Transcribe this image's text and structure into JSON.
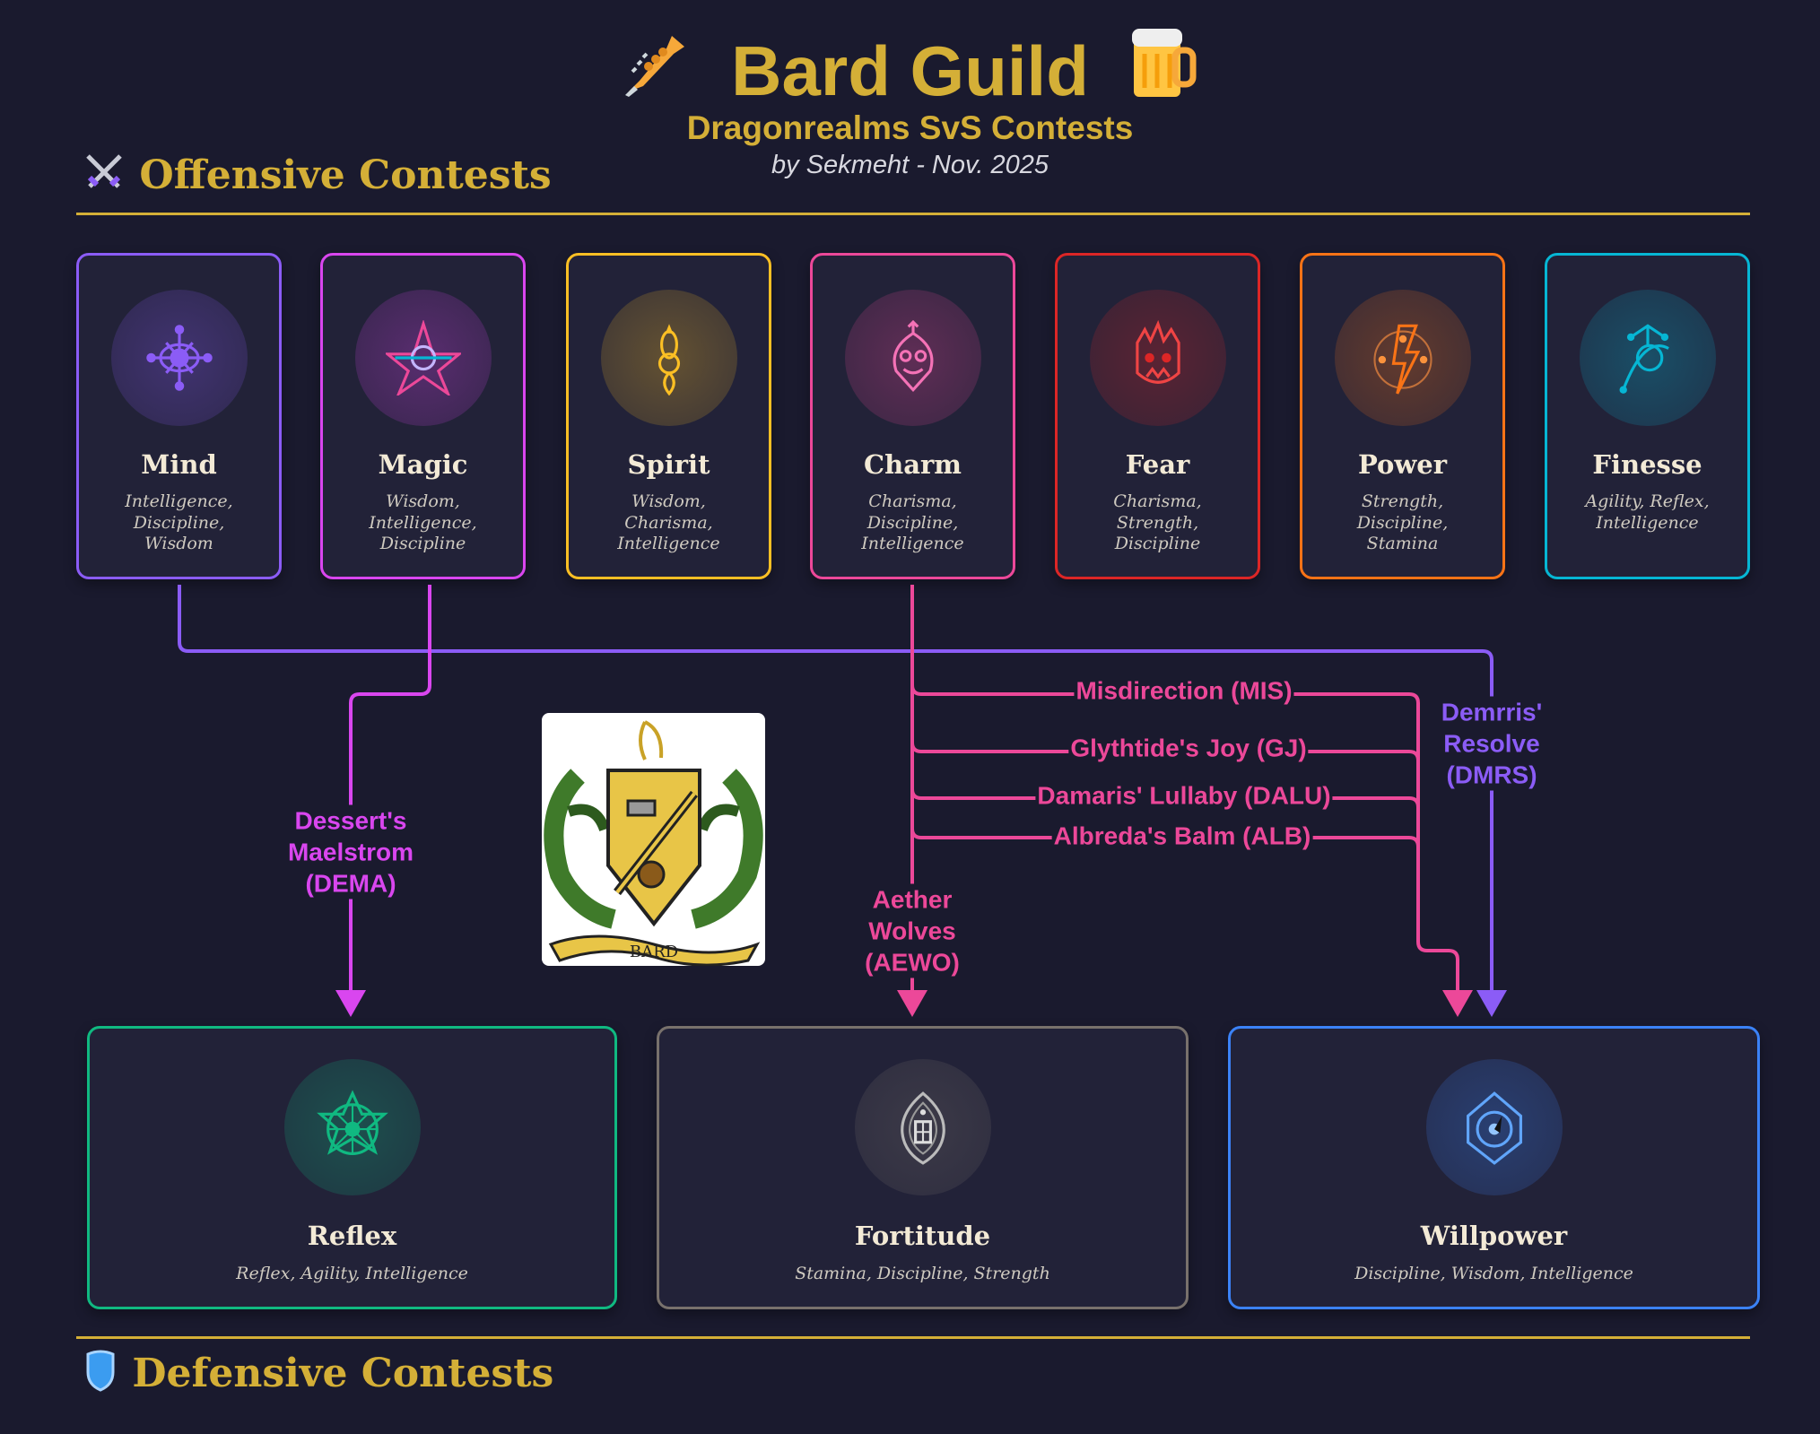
{
  "header": {
    "title": "Bard Guild",
    "subtitle": "Dragonrealms SvS Contests",
    "byline": "by Sekmeht -  Nov. 2025",
    "left_icon": "trumpet-icon",
    "right_icon": "beer-mug-icon"
  },
  "offensive": {
    "heading": "Offensive Contests",
    "icon": "crossed-swords-icon",
    "cards": [
      {
        "title": "Mind",
        "attrs": [
          "Intelligence,",
          "Discipline,",
          "Wisdom"
        ],
        "color": "#8b5cf6",
        "icon": "mind-eye-icon"
      },
      {
        "title": "Magic",
        "attrs": [
          "Wisdom,",
          "Intelligence,",
          "Discipline"
        ],
        "color": "#d946ef",
        "icon": "pentagram-icon"
      },
      {
        "title": "Spirit",
        "attrs": [
          "Wisdom,",
          "Charisma,",
          "Intelligence"
        ],
        "color": "#fbbf24",
        "icon": "spirit-flame-icon"
      },
      {
        "title": "Charm",
        "attrs": [
          "Charisma,",
          "Discipline,",
          "Intelligence"
        ],
        "color": "#ec4899",
        "icon": "smiling-face-icon"
      },
      {
        "title": "Fear",
        "attrs": [
          "Charisma,",
          "Strength,",
          "Discipline"
        ],
        "color": "#dc2626",
        "icon": "scared-face-icon"
      },
      {
        "title": "Power",
        "attrs": [
          "Strength,",
          "Discipline,",
          "Stamina"
        ],
        "color": "#f97316",
        "icon": "lightning-icon"
      },
      {
        "title": "Finesse",
        "attrs": [
          "Agility, Reflex,",
          "Intelligence"
        ],
        "color": "#06b6d4",
        "icon": "finesse-figure-icon"
      }
    ]
  },
  "defensive": {
    "heading": "Defensive Contests",
    "icon": "shield-icon",
    "cards": [
      {
        "title": "Reflex",
        "attrs": "Reflex, Agility, Intelligence",
        "color": "#10b981",
        "icon": "star-wheel-icon"
      },
      {
        "title": "Fortitude",
        "attrs": "Stamina, Discipline, Strength",
        "color": "#78716c",
        "icon": "fortitude-shield-icon"
      },
      {
        "title": "Willpower",
        "attrs": "Discipline, Wisdom, Intelligence",
        "color": "#3b82f6",
        "icon": "compass-gem-icon"
      }
    ]
  },
  "connections": {
    "dema": [
      "Dessert's",
      "Maelstrom",
      "(DEMA)"
    ],
    "aewo": [
      "Aether",
      "Wolves",
      "(AEWO)"
    ],
    "dmrs": [
      "Demrris'",
      "Resolve",
      "(DMRS)"
    ],
    "charm_spells": [
      "Misdirection (MIS)",
      "Glythtide's Joy (GJ)",
      "Damaris' Lullaby (DALU)",
      "Albreda's Balm (ALB)"
    ]
  },
  "crest": {
    "banner": "BARD"
  }
}
